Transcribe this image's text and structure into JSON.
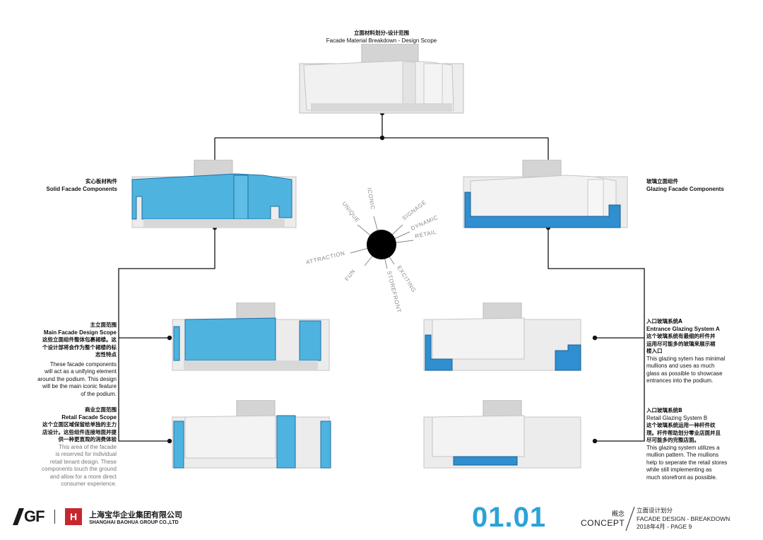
{
  "top": {
    "title_zh": "立面材料划分-设计范围",
    "title_en": "Facade Material Breakdown - Design Scope"
  },
  "solid": {
    "title_zh": "实心板材构件",
    "title_en": "Solid Facade Components"
  },
  "glazing": {
    "title_zh": "玻璃立面组件",
    "title_en": "Glazing Facade Components"
  },
  "main_facade": {
    "title_zh": "主立面范围",
    "title_en": "Main Facade Design Scope",
    "desc_zh": [
      "这些立面组件整体包裹裙楼。这",
      "个设计部将会作为整个裙楼的标",
      "志性特点"
    ],
    "desc_en": [
      "These facade components",
      "will act as a unifying element",
      "around the podium. This design",
      "will be the main iconic feature",
      "of the podium."
    ]
  },
  "retail_facade": {
    "title_zh": "商业立面范围",
    "title_en": "Retail Facade Scope",
    "desc_zh": [
      "这个立面区域保留给单独的主力",
      "店设计。这些组件连接地面并提",
      "供一种更直观的消费体验"
    ],
    "desc_en": [
      "This area of the facade",
      "is reserved for individual",
      "retail tenant design. These",
      "components touch the ground",
      "and allow for a more direct",
      "consumer experience."
    ]
  },
  "entrance": {
    "title_zh": "入口玻璃系统A",
    "title_en": "Entrance Glazing System A",
    "desc_zh": [
      "这个玻璃系统有最细的杆件并",
      "运用尽可能多的玻璃来展示裙",
      "楼入口"
    ],
    "desc_en": [
      "This glazing sytem has minimal",
      "mullions and uses as much",
      "glass as possible to showcase",
      "entrances into the podium."
    ]
  },
  "retail_glazing": {
    "title_zh": "入口玻璃系统B",
    "title_en": "Retail Glazing System B",
    "desc_zh": [
      "这个玻璃系统运用一种杆件纹",
      "理。杆件帮助划分零业店面并且",
      "尽可能多的完整店面。"
    ],
    "desc_en": [
      "This glazing system utilizes a",
      "mullion pattern. The mullions",
      "help to seperate the retail stores",
      "while still implementing as",
      "much storefront as possible."
    ]
  },
  "concept_wheel": {
    "words": [
      "ICONIC",
      "UNIQUE",
      "SIGNAGE",
      "DYNAMIC",
      "RETAIL",
      "ATTRACTION",
      "FUN",
      "STOREFRONT",
      "EXCITING"
    ]
  },
  "footer": {
    "logo_gf": "GF",
    "baohua_mark": "H",
    "baohua_zh": "上海宝华企业集团有限公司",
    "baohua_en": "SHANGHAI BAOHUA GROUP CO.,LTD",
    "page_number": "01.01",
    "concept_zh": "概念",
    "concept_en": "CONCEPT",
    "section_zh": "立面设计划分",
    "section_en": "FACADE DESIGN - BREAKDOWN",
    "date_page": "2018年4月 - PAGE 9"
  },
  "colors": {
    "highlight_blue": "#4fb3e0",
    "highlight_dark_blue": "#2f8fd0",
    "building_gray": "#e6e6e6",
    "accent_number": "#2aa3d8"
  }
}
